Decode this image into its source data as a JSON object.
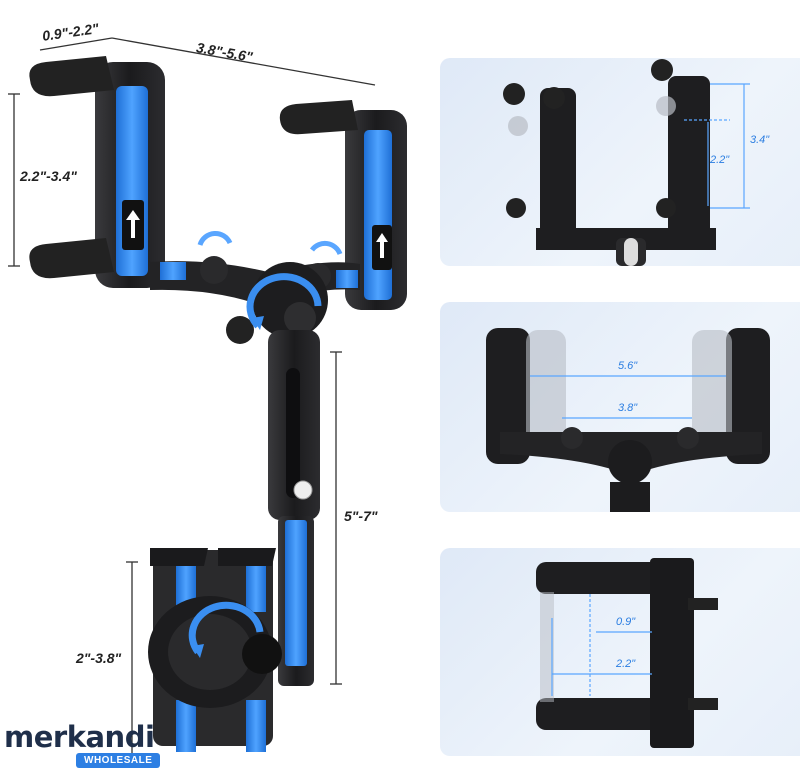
{
  "dimensions": {
    "grip_depth": "0.9\"-2.2\"",
    "grip_width": "3.8\"-5.6\"",
    "clip_height": "2.2\"-3.4\"",
    "arm_length": "5\"-7\"",
    "holder_width": "2\"-3.8\""
  },
  "panels": {
    "top": {
      "max": "3.4\"",
      "min": "2.2\""
    },
    "middle": {
      "max": "5.6\"",
      "min": "3.8\""
    },
    "bottom": {
      "min": "0.9\"",
      "max": "2.2\""
    }
  },
  "logo": {
    "word": "merkandi",
    "badge": "WHOLESALE"
  },
  "colors": {
    "accent": "#2d7fe3",
    "body": "#1c1c1e",
    "panel_bg": "#e4edf8"
  }
}
